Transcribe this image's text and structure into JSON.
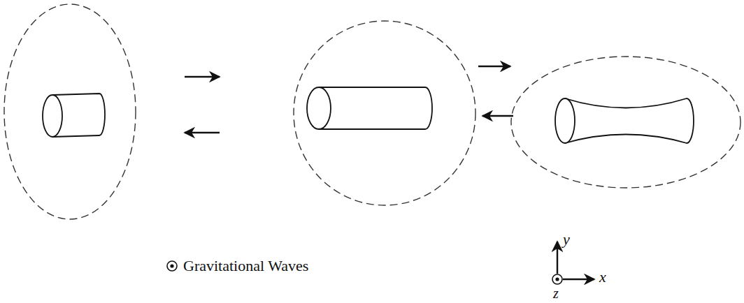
{
  "diagram": {
    "labels": [
      "Gravitational Waves",
      "y",
      "x",
      "z"
    ]
  }
}
